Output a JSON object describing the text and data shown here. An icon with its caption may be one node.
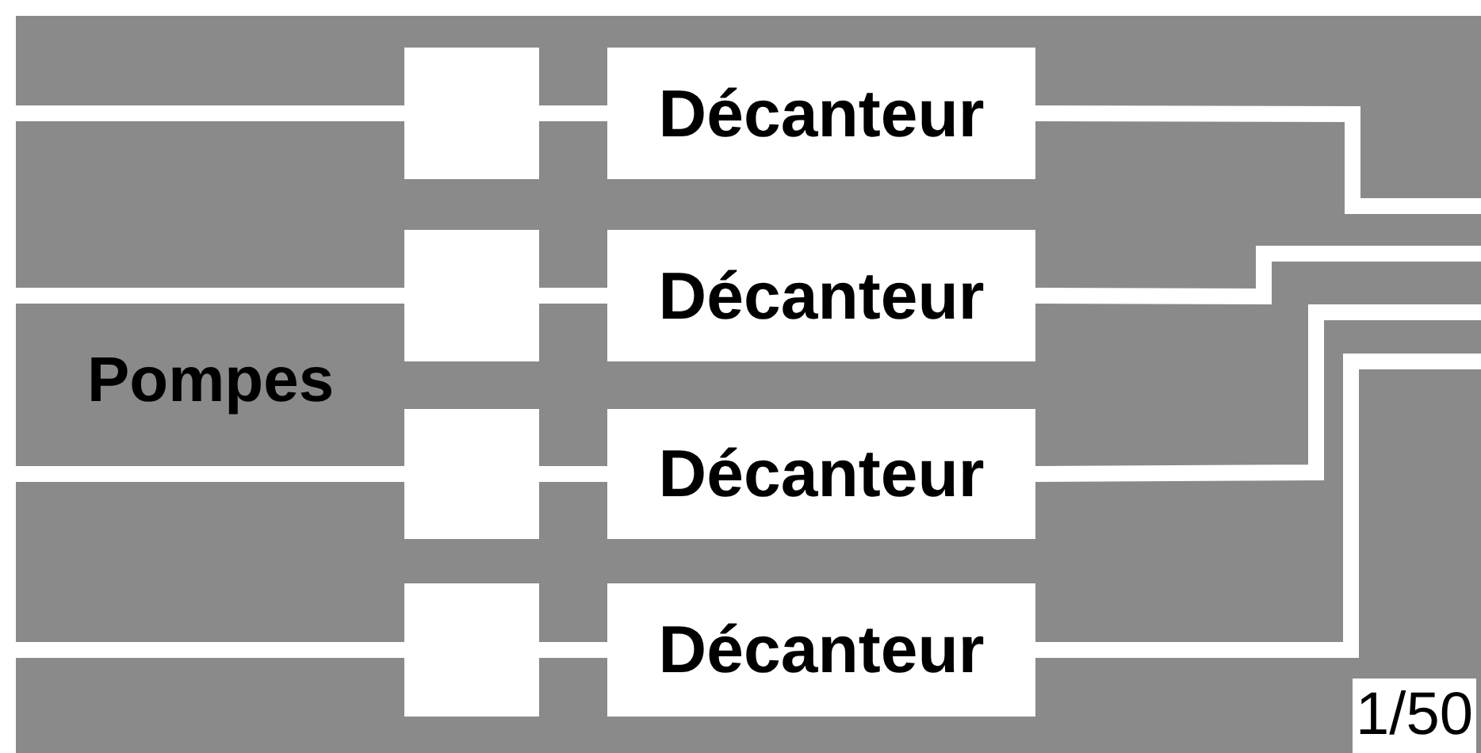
{
  "diagram": {
    "nodes": [
      {
        "text": [],
        "shape": "box"
      },
      {
        "text": [
          "Décanteur"
        ]
      },
      {
        "text": [],
        "shape": "box"
      },
      {
        "text": [
          "Décanteur"
        ]
      },
      {
        "text": [],
        "shape": "box"
      },
      {
        "text": [
          "Décanteur"
        ]
      },
      {
        "text": [],
        "shape": "box"
      },
      {
        "text": [
          "Décanteur"
        ]
      }
    ],
    "edges": [
      {
        "from": null,
        "to": 0,
        "arrow": "none"
      },
      {
        "from": 0,
        "to": 1,
        "arrow": "none"
      },
      {
        "from": 1,
        "to": null,
        "arrow": "none"
      },
      {
        "from": null,
        "to": 2,
        "arrow": "none"
      },
      {
        "from": 2,
        "to": 3,
        "arrow": "none"
      },
      {
        "from": 3,
        "to": null,
        "arrow": "none"
      },
      {
        "from": null,
        "to": 4,
        "arrow": "none"
      },
      {
        "from": 4,
        "to": 5,
        "arrow": "none"
      },
      {
        "from": 5,
        "to": null,
        "arrow": "none"
      },
      {
        "from": null,
        "to": 6,
        "arrow": "none"
      },
      {
        "from": 6,
        "to": 7,
        "arrow": "none"
      },
      {
        "from": 7,
        "to": null,
        "arrow": "none"
      }
    ],
    "labels": [
      "Pompes",
      "1/50"
    ]
  }
}
